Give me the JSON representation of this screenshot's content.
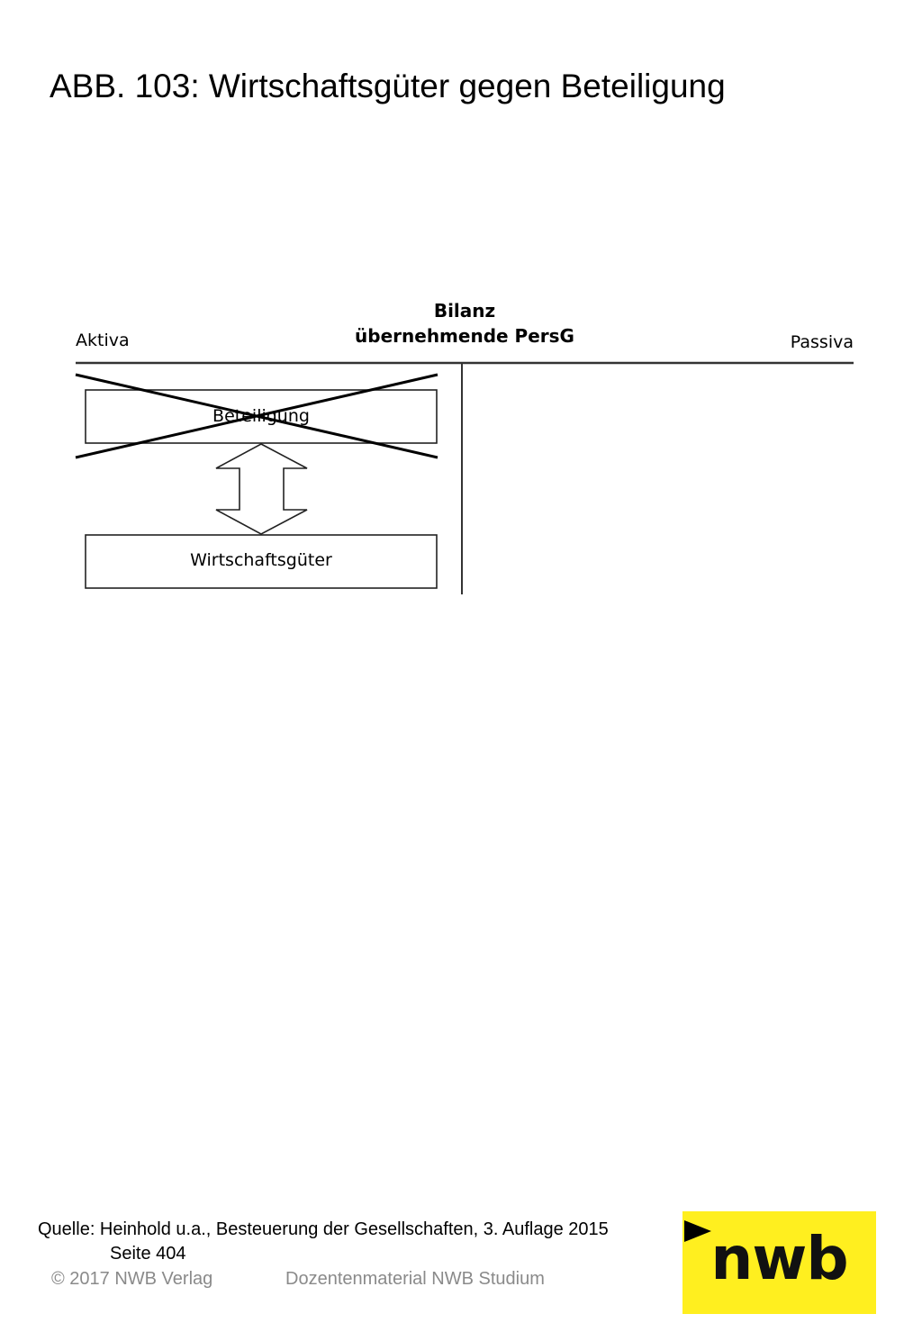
{
  "title": "ABB. 103: Wirtschaftsgüter gegen Beteiligung",
  "diagram": {
    "heading_line1": "Bilanz",
    "heading_line2": "übernehmende PersG",
    "left_label": "Aktiva",
    "right_label": "Passiva",
    "crossed_box_label": "Beteiligung",
    "bottom_box_label": "Wirtschaftsgüter"
  },
  "source": {
    "line1": "Quelle: Heinhold u.a., Besteuerung der Gesellschaften, 3. Auflage 2015",
    "line2": "Seite 404"
  },
  "footer": {
    "copyright": "© 2017 NWB Verlag",
    "material": "Dozentenmaterial NWB Studium"
  },
  "logo": {
    "text": "nwb",
    "background_color": "#ffef1f"
  }
}
